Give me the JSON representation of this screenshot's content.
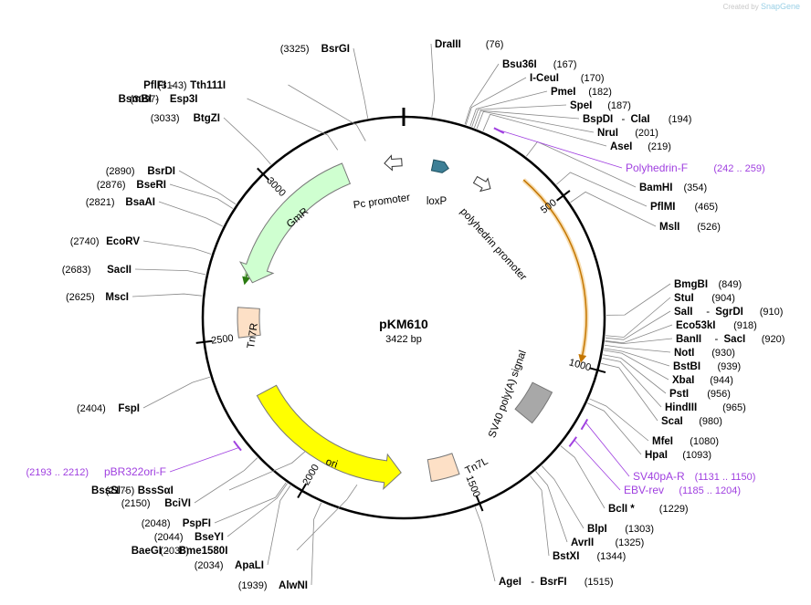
{
  "brand": {
    "created_by": "Created by",
    "app": "SnapGene"
  },
  "plasmid": {
    "name": "pKM610",
    "length_label": "3422 bp",
    "length": 3422
  },
  "ticks": [
    {
      "label": "500",
      "pos": 500
    },
    {
      "label": "1000",
      "pos": 1000
    },
    {
      "label": "1500",
      "pos": 1500
    },
    {
      "label": "2000",
      "pos": 2000
    },
    {
      "label": "2500",
      "pos": 2500
    },
    {
      "label": "3000",
      "pos": 3000
    }
  ],
  "sites": [
    {
      "pos": 3325,
      "name": "BsrGI"
    },
    {
      "pos": 76,
      "name": "DraIII"
    },
    {
      "pos": 167,
      "name": "Bsu36I"
    },
    {
      "pos": 170,
      "name": "I-CeuI"
    },
    {
      "pos": 182,
      "name": "PmeI"
    },
    {
      "pos": 187,
      "name": "SpeI"
    },
    {
      "pos": 194,
      "name": "BspDI",
      "alt": "ClaI"
    },
    {
      "pos": 201,
      "name": "NruI"
    },
    {
      "pos": 219,
      "name": "AseI"
    },
    {
      "pos": 354,
      "name": "BamHI"
    },
    {
      "pos": 465,
      "name": "PflMI"
    },
    {
      "pos": 526,
      "name": "MslI"
    },
    {
      "pos": 849,
      "name": "BmgBI"
    },
    {
      "pos": 904,
      "name": "StuI"
    },
    {
      "pos": 910,
      "name": "SalI",
      "alt": "SgrDI"
    },
    {
      "pos": 918,
      "name": "Eco53kI"
    },
    {
      "pos": 920,
      "name": "BanII",
      "alt": "SacI"
    },
    {
      "pos": 930,
      "name": "NotI"
    },
    {
      "pos": 939,
      "name": "BstBI"
    },
    {
      "pos": 944,
      "name": "XbaI"
    },
    {
      "pos": 956,
      "name": "PstI"
    },
    {
      "pos": 965,
      "name": "HindIII"
    },
    {
      "pos": 980,
      "name": "ScaI"
    },
    {
      "pos": 1080,
      "name": "MfeI"
    },
    {
      "pos": 1093,
      "name": "HpaI"
    },
    {
      "pos": 1229,
      "name": "BclI *"
    },
    {
      "pos": 1303,
      "name": "BlpI"
    },
    {
      "pos": 1325,
      "name": "AvrII"
    },
    {
      "pos": 1344,
      "name": "BstXI"
    },
    {
      "pos": 1515,
      "name": "AgeI",
      "alt": "BsrFI"
    },
    {
      "pos": 1939,
      "name": "AlwNI"
    },
    {
      "pos": 2034,
      "name": "ApaLI"
    },
    {
      "pos": 2038,
      "name": "BaeGI",
      "alt": "Bme1580I"
    },
    {
      "pos": 2044,
      "name": "BseYI"
    },
    {
      "pos": 2048,
      "name": "PspFI"
    },
    {
      "pos": 2150,
      "name": "BciVI"
    },
    {
      "pos": 2175,
      "name": "BssSI",
      "alt": "BssSαI"
    },
    {
      "pos": 2404,
      "name": "FspI"
    },
    {
      "pos": 2625,
      "name": "MscI"
    },
    {
      "pos": 2683,
      "name": "SacII"
    },
    {
      "pos": 2740,
      "name": "EcoRV"
    },
    {
      "pos": 2821,
      "name": "BsaAI"
    },
    {
      "pos": 2876,
      "name": "BseRI"
    },
    {
      "pos": 2890,
      "name": "BsrDI"
    },
    {
      "pos": 3033,
      "name": "BtgZI"
    },
    {
      "pos": 3097,
      "name": "BsmBI",
      "alt": "Esp3I"
    },
    {
      "pos": 3143,
      "name": "PflFI",
      "alt": "Tth111I"
    }
  ],
  "primers": [
    {
      "name": "Polyhedrin-F",
      "range": "(242 .. 259)",
      "start": 242,
      "end": 259,
      "color": "#a040e0"
    },
    {
      "name": "SV40pA-R",
      "range": "(1131 .. 1150)",
      "start": 1131,
      "end": 1150,
      "color": "#a040e0"
    },
    {
      "name": "EBV-rev",
      "range": "(1185 .. 1204)",
      "start": 1185,
      "end": 1204,
      "color": "#a040e0"
    },
    {
      "name": "pBR322ori-F",
      "range": "(2193 .. 2212)",
      "start": 2193,
      "end": 2212,
      "color": "#a040e0"
    }
  ],
  "features": [
    {
      "name": "polyhedrin promoter",
      "start": 240,
      "end": 340,
      "dir": "cw",
      "type": "promoter",
      "color": "#ffffff"
    },
    {
      "name": "loxP",
      "start": 110,
      "end": 145,
      "dir": "cw",
      "type": "protein_bind",
      "color": "#3d7f96"
    },
    {
      "name": "Pc promoter",
      "start": 3408,
      "end": 3365,
      "dir": "ccw",
      "type": "promoter",
      "color": "#ffffff"
    },
    {
      "name": "GmR",
      "start": 3215,
      "end": 2690,
      "dir": "ccw",
      "type": "cds",
      "color": "#cfffd0"
    },
    {
      "name": "Tn7R",
      "start": 2600,
      "end": 2500,
      "dir": "none",
      "type": "misc",
      "color": "#fde0c6"
    },
    {
      "name": "ori",
      "start": 2300,
      "end": 1720,
      "dir": "ccw",
      "type": "origin",
      "color": "#ffff00"
    },
    {
      "name": "Tn7L",
      "start": 1620,
      "end": 1525,
      "dir": "none",
      "type": "misc",
      "color": "#fde0c6"
    },
    {
      "name": "SV40 poly(A) signal",
      "start": 1230,
      "end": 1110,
      "dir": "none",
      "type": "polyA",
      "color": "#a8a8a8"
    }
  ],
  "orfs": [
    {
      "start": 390,
      "end": 980,
      "dir": "cw",
      "color": "#e8a024"
    },
    {
      "start": 3215,
      "end": 2690,
      "dir": "ccw",
      "color": "#3a9a1a"
    }
  ],
  "colors": {
    "backbone": "#000000",
    "site_name": "#000000",
    "site_pos": "#000000",
    "leader": "#888888",
    "primer": "#a040e0"
  }
}
